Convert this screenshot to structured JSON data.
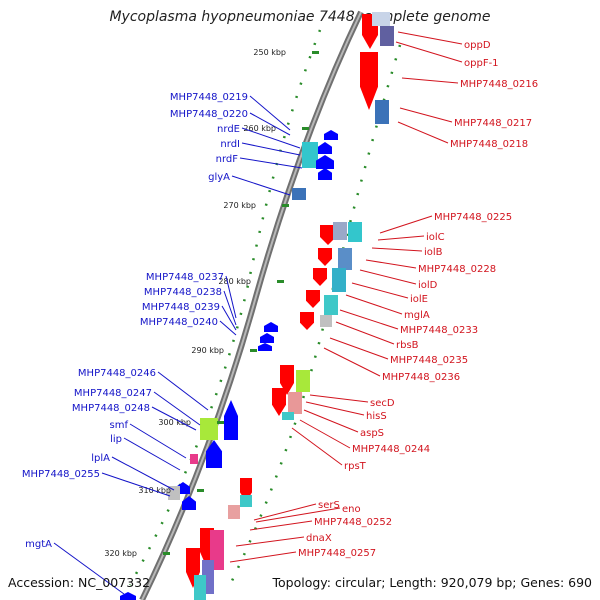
{
  "title": "Mycoplasma hyopneumoniae 7448, complete genome",
  "footer": {
    "accession": "Accession: NC_007332",
    "summary": "Topology: circular; Length: 920,079 bp; Genes: 690"
  },
  "colors": {
    "left_label": "#1414c8",
    "right_label": "#d2141e",
    "backbone": "#8c8c8c",
    "tick": "#2a8c2a",
    "fwd_gene": "#0000ff",
    "rev_gene": "#ff0000"
  },
  "ticks": [
    "250 kbp",
    "260 kbp",
    "270 kbp",
    "280 kbp",
    "290 kbp",
    "300 kbp",
    "310 kbp",
    "320 kbp"
  ],
  "left_labels": [
    "MHP7448_0219",
    "MHP7448_0220",
    "nrdE",
    "nrdI",
    "nrdF",
    "glyA",
    "MHP7448_0237",
    "MHP7448_0238",
    "MHP7448_0239",
    "MHP7448_0240",
    "MHP7448_0246",
    "MHP7448_0247",
    "MHP7448_0248",
    "smf",
    "lip",
    "lplA",
    "MHP7448_0255",
    "mgtA"
  ],
  "right_labels": [
    "oppD",
    "oppF-1",
    "MHP7448_0216",
    "MHP7448_0217",
    "MHP7448_0218",
    "MHP7448_0225",
    "iolC",
    "iolB",
    "MHP7448_0228",
    "iolD",
    "iolE",
    "mglA",
    "MHP7448_0233",
    "rbsB",
    "MHP7448_0235",
    "MHP7448_0236",
    "secD",
    "hisS",
    "aspS",
    "MHP7448_0244",
    "rpsT",
    "serS",
    "eno",
    "MHP7448_0252",
    "dnaX",
    "MHP7448_0257"
  ]
}
